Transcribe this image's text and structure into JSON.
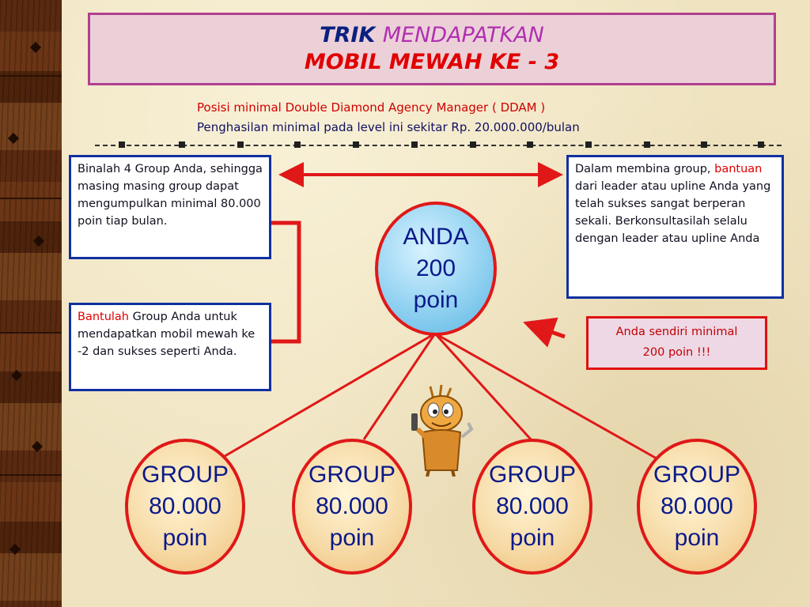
{
  "title": {
    "trik": "TRIK",
    "mendapatkan": "MENDAPATKAN",
    "line2": "MOBIL MEWAH KE - 3"
  },
  "subtitle": {
    "line1": "Posisi minimal Double Diamond Agency Manager ( DDAM )",
    "line2": "Penghasilan minimal pada level ini sekitar Rp. 20.000.000/bulan"
  },
  "left_top_box": {
    "text": "Binalah 4 Group Anda, sehingga masing masing group  dapat mengumpulkan minimal 80.000 poin tiap bulan."
  },
  "left_bottom_box": {
    "highlight": "Bantulah",
    "text": " Group Anda untuk mendapatkan mobil mewah ke -2 dan sukses seperti Anda."
  },
  "right_top_box": {
    "text_a": "Dalam membina group, ",
    "highlight": "bantuan",
    "text_b": " dari leader atau upline Anda yang telah sukses sangat berperan sekali. Berkonsultasilah selalu dengan leader atau upline Anda"
  },
  "right_note": {
    "line1": "Anda sendiri minimal",
    "line2": "200 poin !!!"
  },
  "center": {
    "label": "ANDA",
    "value": "200",
    "unit": "poin"
  },
  "groups": [
    {
      "label": "GROUP",
      "value": "80.000",
      "unit": "poin"
    },
    {
      "label": "GROUP",
      "value": "80.000",
      "unit": "poin"
    },
    {
      "label": "GROUP",
      "value": "80.000",
      "unit": "poin"
    },
    {
      "label": "GROUP",
      "value": "80.000",
      "unit": "poin"
    }
  ],
  "colors": {
    "accent_red": "#e00000",
    "title_blue": "#0a2080",
    "box_border_blue": "#1030a0"
  }
}
